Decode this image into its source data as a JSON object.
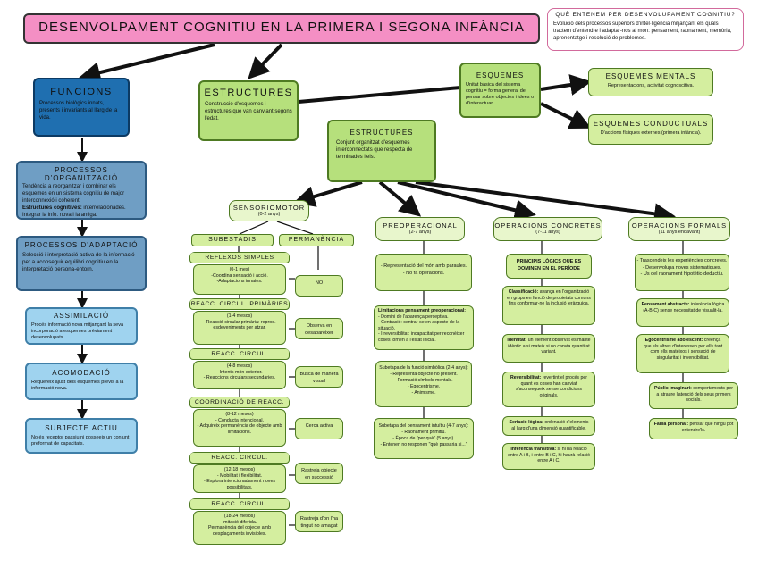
{
  "main_title": "DESENVOLPAMENT COGNITIU EN LA PRIMERA I SEGONA INFÀNCIA",
  "question": {
    "title": "QUÈ ENTENEM PER DESENVOLUPAMENT COGNITIU?",
    "text": "Evolució dels processos superiors d'intel·ligència mitjançant els quals tractem d'entendre i adaptar-nos al món: pensament, raonament, memòria, aprenentatge i resolució de problemes."
  },
  "funcions": {
    "title": "FUNCIONS",
    "text": "Processos biològics innats, presents i invariants al llarg de la vida."
  },
  "organitzacio": {
    "title": "PROCESSOS D'ORGANITZACIÓ",
    "text": "Tendència a reorganitzar i combinar els esquemes en un sistema cognitiu de major interconnexió i coherent.",
    "sub_label": "Estructures cognitives:",
    "sub_text": " interrelacionades. Integrar la info. nova i la antiga."
  },
  "adaptacio": {
    "title": "PROCESSOS D'ADAPTACIÓ",
    "text": "Selecció i interpretació activa de la informació per a aconseguir equilibri cognitiu en la interpretació persona-entorn."
  },
  "assimilacio": {
    "title": "ASSIMILACIÓ",
    "text": "Procés informació nova mitjançant la seva incorporació a esquemes prèviament desenvolupats."
  },
  "acomodacio": {
    "title": "ACOMODACIÓ",
    "text": "Requereix ajust dels esquemes previs a la informació nova."
  },
  "subjecte": {
    "title": "SUBJECTE ACTIU",
    "text": "No és receptor passiu ni posseeix un conjunt preformat de capacitats."
  },
  "estructures1": {
    "title": "ESTRUCTURES",
    "text": "Construcció d'esquemes i estructures que van canviant segons l'edat."
  },
  "esquemes": {
    "title": "ESQUEMES",
    "text": "Unitat bàsica del sistema cognitiu = forma general de pensar sobre objectes i idees o d'interactuar."
  },
  "esq_mentals": {
    "title": "ESQUEMES MENTALS",
    "text": "Representacions, activitat cognoscitiva."
  },
  "esq_conductuals": {
    "title": "ESQUEMES CONDUCTUALS",
    "text": "D'accions físiques externes (primera infància)."
  },
  "estructures2": {
    "title": "ESTRUCTURES",
    "text": "Conjunt organitzat d'esquemes interconnectats que respecta de terminades lleis."
  },
  "sensoriomotor": {
    "title": "SENSORIOMOTOR",
    "age": "(0-2 anys)",
    "sub_label": "SUBESTADIS",
    "perm_label": "PERMANÈNCIA",
    "stages": [
      {
        "title": "REFLEXOS SIMPLES",
        "text": "(0-1 mes)\n-Coordina sensació i acció.\n-Adaptacions innates.",
        "perm": "NO"
      },
      {
        "title": "REACC. CIRCUL. PRIMÀRIES",
        "text": "(1-4 mesos)\n- Reacció circular primària: reprod. esdeveniments per atzar.",
        "perm": "Observa en desaparèixer"
      },
      {
        "title": "REACC. CIRCUL. SECUNDÀRIES",
        "text": "(4-8 mesos)\n- Intents món exterior.\n- Reaccions circulars secundàries.",
        "perm": "Busca de manera visual"
      },
      {
        "title": "COORDINACIÓ DE REACC. CIRCUL. SECUNDÀRIES",
        "text": "(8-12 mesos)\n- Conducta intencional.\n- Adquireix permanència de objecte amb limitacions.",
        "perm": "Cerca activa"
      },
      {
        "title": "REACC. CIRCUL. TERCIÀRIES",
        "text": "(12-18 mesos)\n- Mobilitat i flexibilitat.\n- Explora intencionadament noves possibilitats.",
        "perm": "Rastreja objecte en successió"
      },
      {
        "title": "REACC. CIRCUL. SECUNDÀRIES",
        "text": "(18-24 mesos)\nImitació diferida.\nPermanència del objecte amb desplaçaments invisibles.",
        "perm": "Rastreja d'on l'ha tingut no amagat"
      }
    ]
  },
  "preoperacional": {
    "title": "PREOPERACIONAL",
    "age": "(2-7 anys)",
    "box1": "- Representació del món amb paraules.\n- No fa operacions.",
    "box2_label": "Limitacions pensament preoperacional:",
    "box2": "- Domini de l'aparença perceptiva.\n- Centració: centrar-se en aspecte de la situació.\n- Irreversibilitat: incapacitat per reconèixer coses tornen a l'estat inicial.",
    "box3": "Subetapa de la funció simbòlica (2-4 anys):\n- Representa objecte no present.\n- Formació símbols mentals.\n- Egocentrisme.\n- Animisme.",
    "box4": "Subetapa del pensament intuïtiu (4-7 anys):\n- Raonament primitiu.\n- Època de \"per què\" (5 anys).\n- Entenen no responen \"què passaria si...\""
  },
  "concretes": {
    "title": "OPERACIONS CONCRETES",
    "age": "(7-11 anys)",
    "principles_title": "PRINCIPIS LÒGICS QUE ES DOMINEN EN EL PERÍODE",
    "items": [
      {
        "label": "Classificació:",
        "text": " avança en l'organització en grups en funció de propietats comuns fins conformar-ne la inclusió jeràrquica."
      },
      {
        "label": "Identitat:",
        "text": " un element observat es manté idèntic a si mateix si no canvia quantitat variant."
      },
      {
        "label": "Reversibilitat:",
        "text": " revertint el procés per quant es coses han canviat s'aconsegueix sense condicions originals."
      },
      {
        "label": "Seriació lògica:",
        "text": " ordenació d'elements al llarg d'una dimensió quantificable."
      },
      {
        "label": "Inferència transitiva:",
        "text": " si hi ha relació entre A i B, i entre B i C, hi haurà relació entre A i C."
      }
    ]
  },
  "formals": {
    "title": "OPERACIONS FORMALS",
    "age": "(11 anys endavant)",
    "box1": "- Trascendeix les experiències concretes.\n- Desenvolupa noves sistematiques.\n- Ús del raonament hipotètic-deductiu.",
    "items": [
      {
        "label": "Pensament abstracte:",
        "text": " inferència lògica (A-B-C) sense necessitat de visualit-la."
      },
      {
        "label": "Egocentrisme adolescent:",
        "text": " creença que els altres d'interessen per ells tant com ells mateixos i sensació de singularitat i invencibilitat."
      },
      {
        "label": "Públic imaginari:",
        "text": " comportaments per a atraure l'atenció dels seus primers socials."
      },
      {
        "label": "Faula personal:",
        "text": " pensar que ningú pot entendre'ls."
      }
    ]
  }
}
